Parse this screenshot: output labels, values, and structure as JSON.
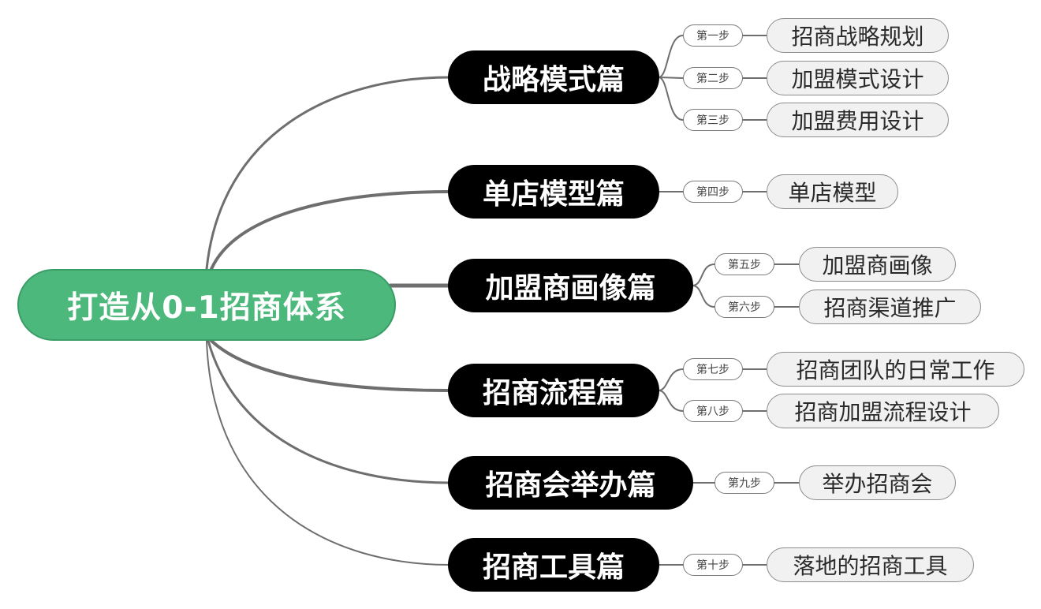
{
  "root": {
    "label": "打造从0-1招商体系"
  },
  "branches": [
    {
      "label": "战略模式篇",
      "items": [
        {
          "step": "第一步",
          "topic": "招商战略规划"
        },
        {
          "step": "第二步",
          "topic": "加盟模式设计"
        },
        {
          "step": "第三步",
          "topic": "加盟费用设计"
        }
      ]
    },
    {
      "label": "单店模型篇",
      "items": [
        {
          "step": "第四步",
          "topic": "单店模型"
        }
      ]
    },
    {
      "label": "加盟商画像篇",
      "items": [
        {
          "step": "第五步",
          "topic": "加盟商画像"
        },
        {
          "step": "第六步",
          "topic": "招商渠道推广"
        }
      ]
    },
    {
      "label": "招商流程篇",
      "items": [
        {
          "step": "第七步",
          "topic": "招商团队的日常工作"
        },
        {
          "step": "第八步",
          "topic": "招商加盟流程设计"
        }
      ]
    },
    {
      "label": "招商会举办篇",
      "items": [
        {
          "step": "第九步",
          "topic": "举办招商会"
        }
      ]
    },
    {
      "label": "招商工具篇",
      "items": [
        {
          "step": "第十步",
          "topic": "落地的招商工具"
        }
      ]
    }
  ],
  "colors": {
    "root_fill": "#4cb87c",
    "branch_fill": "#000000",
    "connector": "#6e6e6e"
  }
}
